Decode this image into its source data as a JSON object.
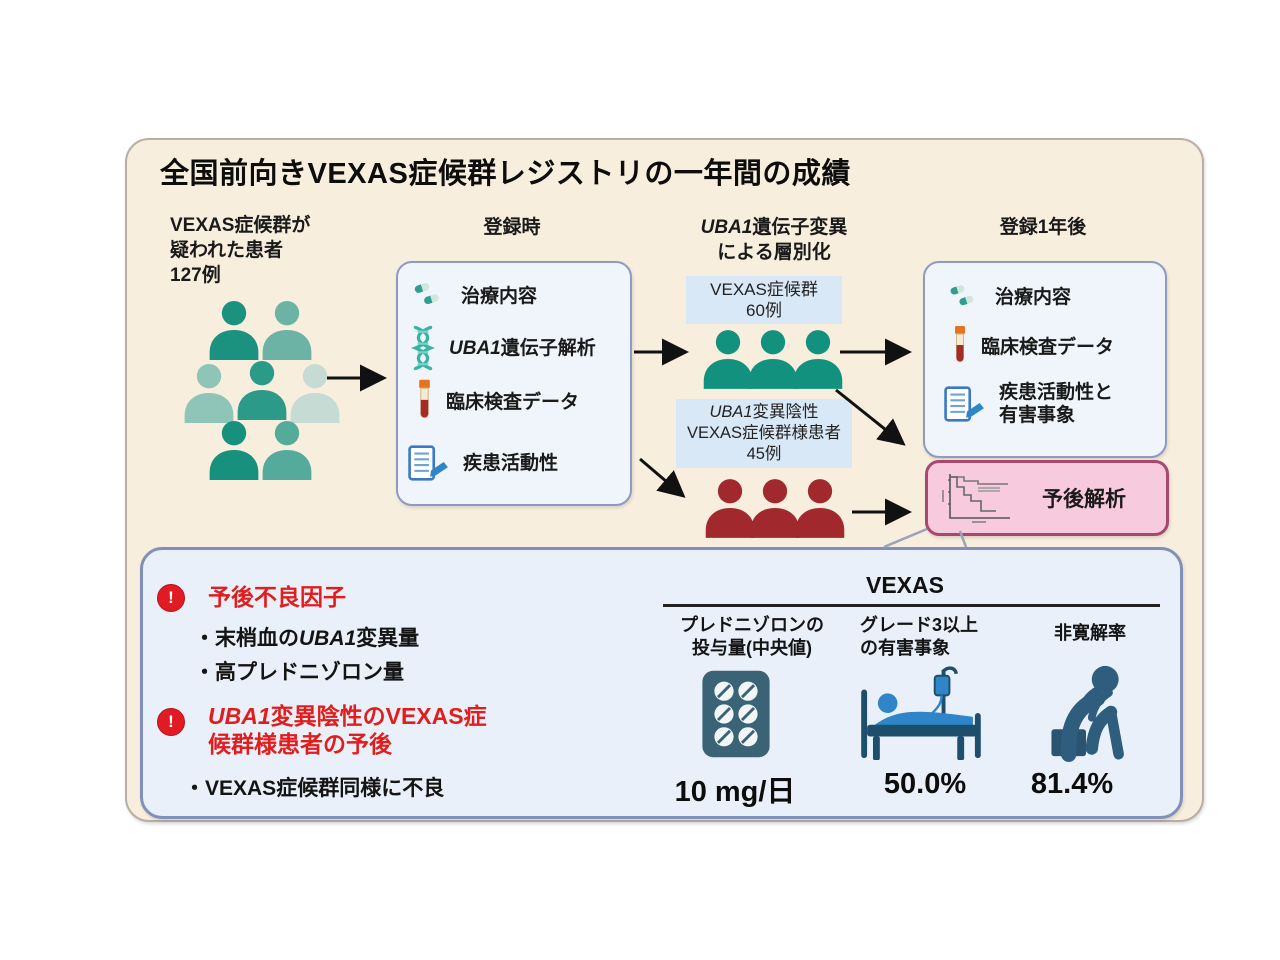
{
  "title": "全国前向きVEXAS症候群レジストリの一年間の成績",
  "headers": {
    "patients_line1": "VEXAS症候群が",
    "patients_line2": "疑われた患者",
    "patients_line3": "127例",
    "enrollment": "登録時",
    "strat_italic": "UBA1",
    "strat_rest": "遺伝子変異",
    "strat_line2": "による層別化",
    "followup": "登録1年後"
  },
  "enrollment_box": {
    "item1": "治療内容",
    "item2_italic": "UBA1",
    "item2_rest": "遺伝子解析",
    "item3": "臨床検査データ",
    "item4": "疾患活動性"
  },
  "groups": {
    "vexas_line1": "VEXAS症候群",
    "vexas_line2": "60例",
    "neg_line1_italic": "UBA1",
    "neg_line1_rest": "変異陰性",
    "neg_line2": "VEXAS症候群様患者",
    "neg_line3": "45例"
  },
  "followup_box": {
    "item1": "治療内容",
    "item2": "臨床検査データ",
    "item3_line1": "疾患活動性と",
    "item3_line2": "有害事象"
  },
  "prognosis_label": "予後解析",
  "summary": {
    "exclamation": "!",
    "warning1_title": "予後不良因子",
    "w1_b1_pre": "・末梢血の",
    "w1_b1_italic": "UBA1",
    "w1_b1_post": "変異量",
    "w1_b2": "・高プレドニゾロン量",
    "w2_title_italic": "UBA1",
    "w2_title_rest": "変異陰性のVEXAS症",
    "w2_title_line2": "候群様患者の予後",
    "w2_b1": "・VEXAS症候群同様に不良"
  },
  "table": {
    "header": "VEXAS",
    "col1_line1": "プレドニゾロンの",
    "col1_line2": "投与量(中央値)",
    "col1_value": "10 mg/日",
    "col2_line1": "グレード3以上",
    "col2_line2": "の有害事象",
    "col2_value": "50.0%",
    "col3_line1": "非寛解率",
    "col3_value": "81.4%"
  },
  "icons": {
    "crowd": "patient-crowd-icon",
    "pills": "pills-icon",
    "dna": "dna-icon",
    "tube": "blood-tube-icon",
    "clipboard": "clipboard-pen-icon",
    "km": "survival-curve-icon",
    "blister": "pill-blister-icon",
    "bed": "hospital-bed-icon",
    "sad": "sad-person-icon",
    "warning": "warning-icon"
  },
  "colors": {
    "panel_bg": "#f8eedd",
    "box_bg": "#f0f5fb",
    "box_border": "#8d9ac6",
    "label_bg": "#d9e8f6",
    "pink_bg": "#f7cbdd",
    "pink_border": "#a9486f",
    "summary_bg": "#e9f0f9",
    "summary_border": "#8090b8",
    "teal_person": "#13917f",
    "red_person": "#a1282c",
    "warning_red": "#e01b24",
    "red_text": "#e11d1d",
    "icon_slate": "#3a6375",
    "icon_blue": "#2e86c8"
  }
}
